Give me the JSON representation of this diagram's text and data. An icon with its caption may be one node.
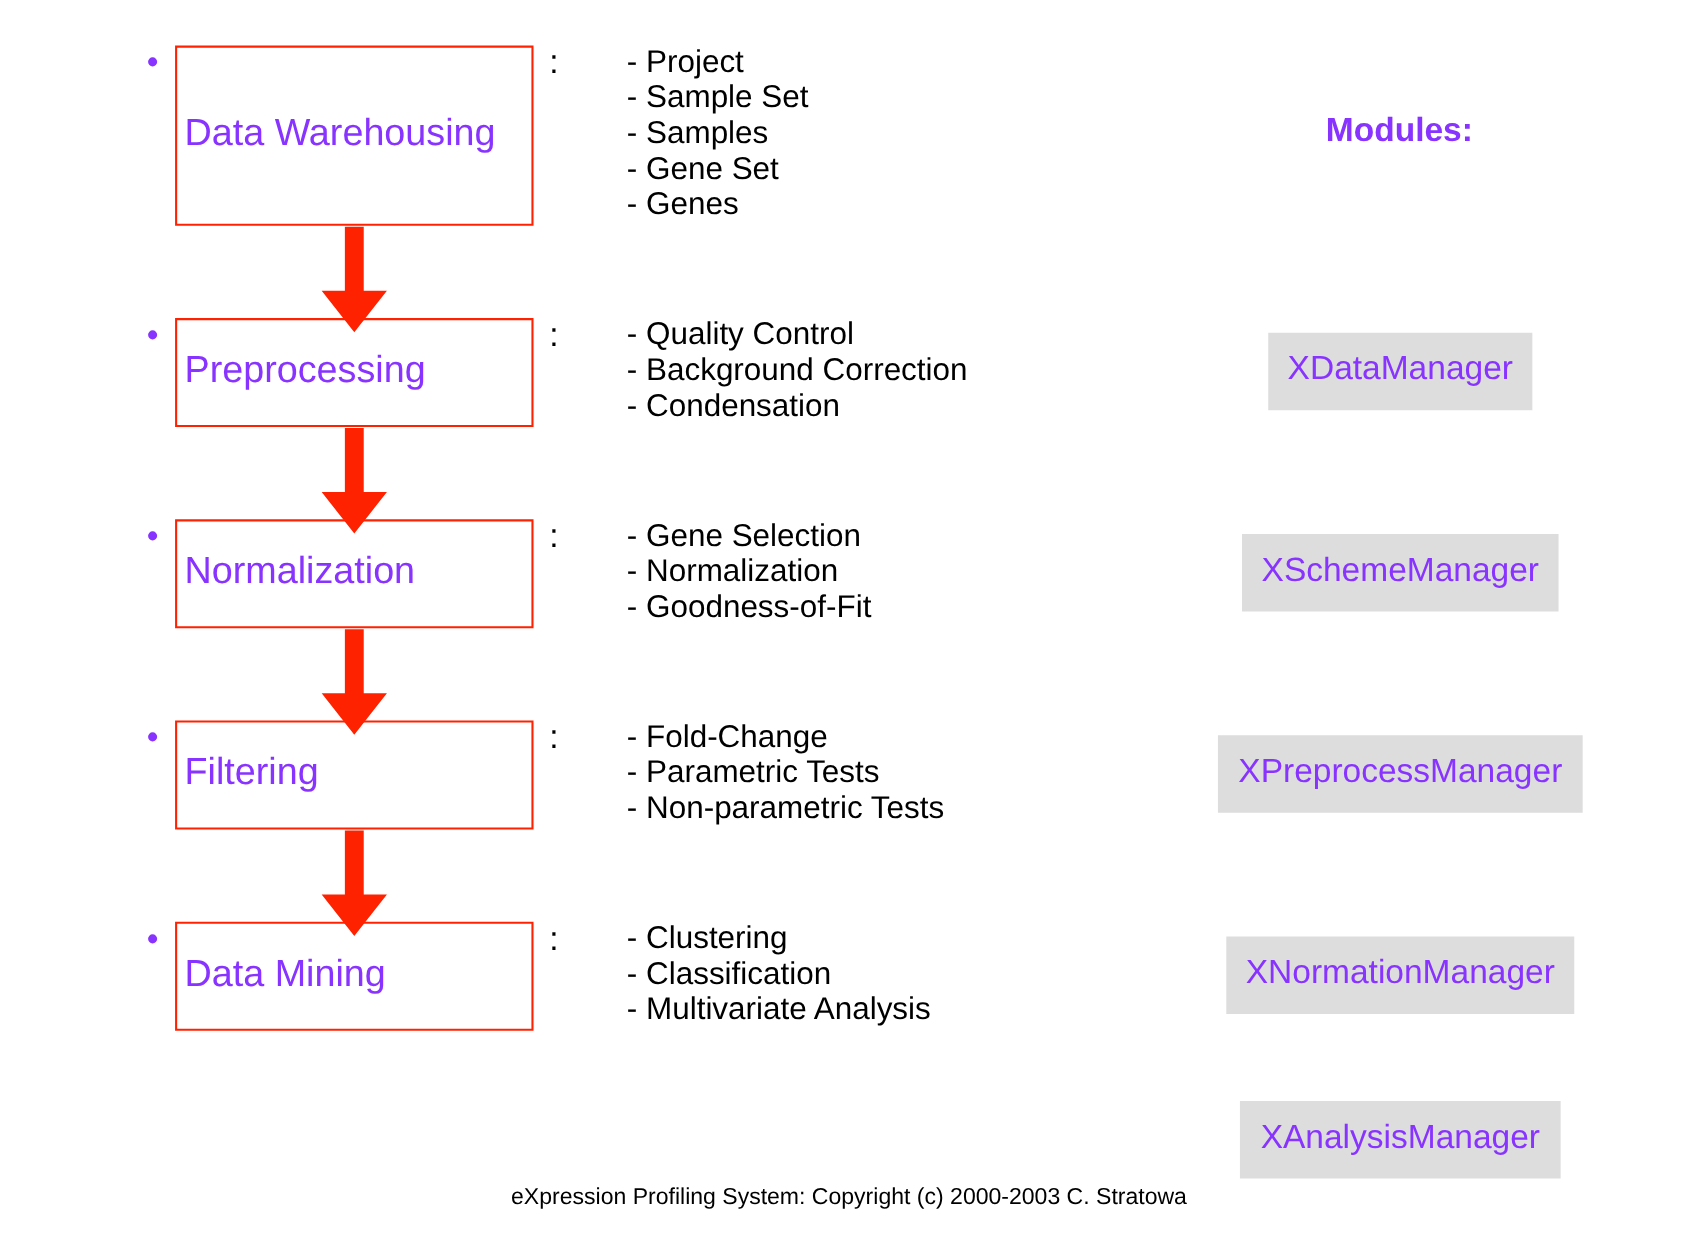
{
  "diagram": {
    "caption": "eXpression Profiling System: Copyright (c) 2000-2003 C. Stratowa",
    "nodes": [
      {
        "text": [
          "Data Warehousing"
        ],
        "beside": [
          "•",
          ":",
          "- Project",
          "- Sample Set",
          "- Samples",
          "- Gene Set",
          "- Genes"
        ]
      },
      {
        "text": [
          "Preprocessing"
        ],
        "beside": [
          "•",
          ":",
          "- Quality Control",
          "- Background Correction",
          "- Condensation"
        ]
      },
      {
        "text": [
          "Normalization"
        ],
        "beside": [
          "•",
          ":",
          "- Gene Selection",
          "- Normalization",
          "- Goodness-of-Fit"
        ]
      },
      {
        "text": [
          "Filtering"
        ],
        "beside": [
          "•",
          ":",
          "- Fold-Change",
          "- Parametric Tests",
          "- Non-parametric Tests"
        ]
      },
      {
        "text": [
          "Data Mining"
        ],
        "beside": [
          "•",
          ":",
          "- Clustering",
          "- Classification",
          "- Multivariate Analysis"
        ]
      },
      {
        "text": [
          "XDataManager"
        ]
      },
      {
        "text": [
          "XSchemeManager"
        ]
      },
      {
        "text": [
          "XPreprocessManager"
        ]
      },
      {
        "text": [
          "XNormationManager"
        ]
      },
      {
        "text": [
          "XAnalysisManager"
        ]
      }
    ],
    "edges": [
      {
        "from": 0,
        "to": 1,
        "arrow": "to"
      },
      {
        "from": 1,
        "to": 2,
        "arrow": "to"
      },
      {
        "from": 2,
        "to": 3,
        "arrow": "to"
      },
      {
        "from": 3,
        "to": 4,
        "arrow": "to"
      }
    ],
    "labels": [
      "Modules:"
    ]
  }
}
